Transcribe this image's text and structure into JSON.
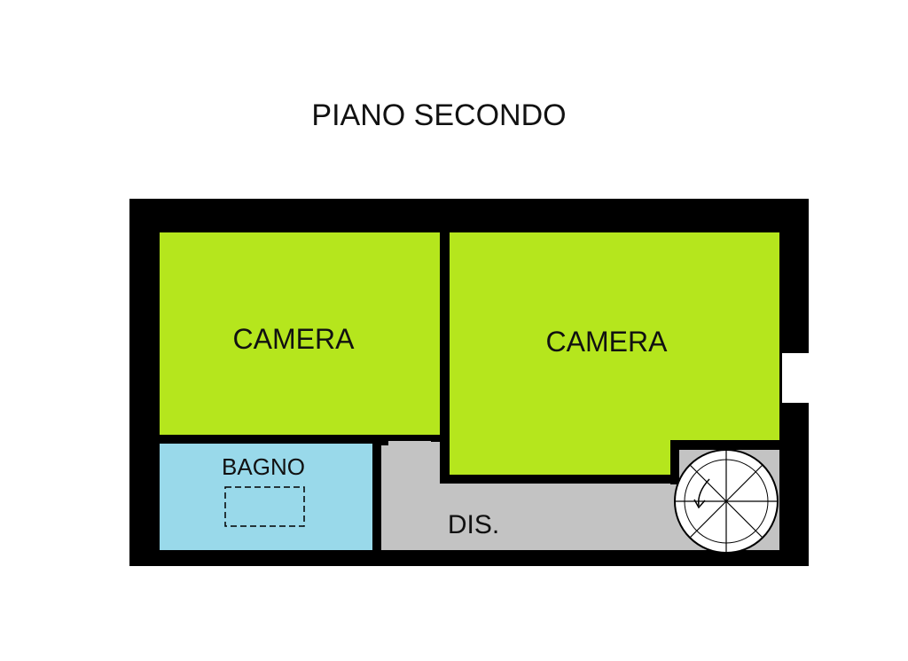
{
  "title": "PIANO SECONDO",
  "colors": {
    "wall": "#000000",
    "camera": "#b5e61d",
    "bagno": "#99d9ea",
    "disimpegno": "#c3c3c3",
    "background": "#ffffff"
  },
  "rooms": {
    "camera_left": {
      "label": "CAMERA"
    },
    "camera_right": {
      "label": "CAMERA"
    },
    "bagno": {
      "label": "BAGNO"
    },
    "disimpegno": {
      "label": "DIS."
    }
  },
  "icons": [
    "shower-tray-icon",
    "spiral-staircase-icon"
  ]
}
